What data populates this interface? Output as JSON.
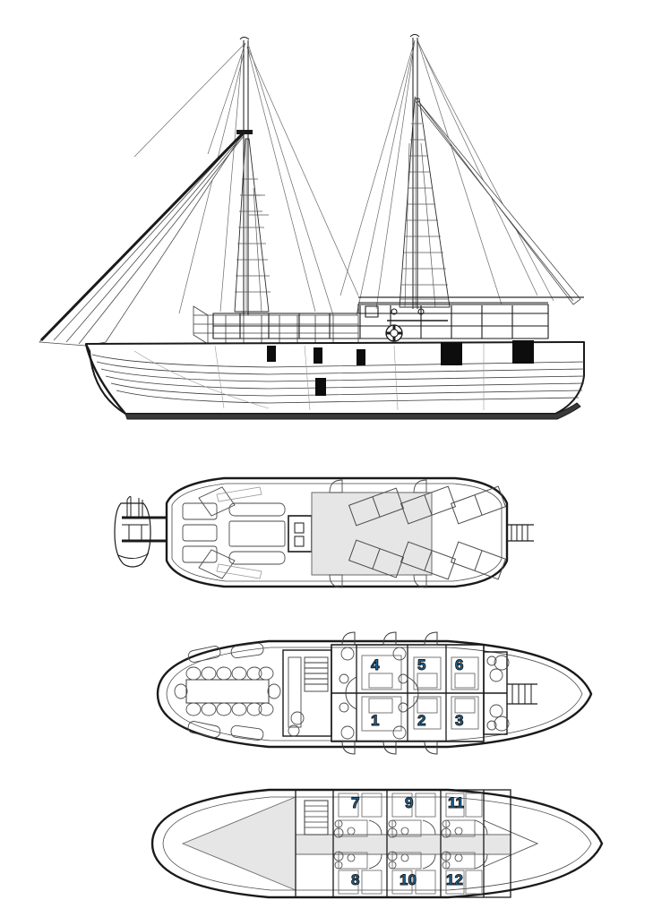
{
  "document": {
    "title": "Phinisi Schooner General Arrangement",
    "vessel_type": "two-masted traditional wooden schooner (phinisi)",
    "background_color": "#ffffff",
    "line_color": "#1a1a1a",
    "thin_line_color": "#4a4a4a",
    "fill_gray": "#e6e6e6",
    "fill_gray_dark": "#d2d2d2",
    "accent_blue": "#1b6fa8"
  },
  "views": [
    {
      "id": "profile",
      "name": "side-profile-view",
      "description": "starboard side elevation with two masts, gaff sails, standing rigging, bowsprit, hull planking, deckhouse and life ring",
      "features": {
        "masts": 2,
        "sails": 3,
        "life_rings": 1,
        "hull_portholes": 4,
        "hull_black_openings": 3,
        "keel_color": "#3a3a3a"
      }
    },
    {
      "id": "sundeck",
      "name": "sun-deck-plan",
      "description": "upper sun deck seen from above",
      "features": {
        "sun_loungers": 6,
        "lounger_rows": 2,
        "deck_table": 1,
        "bench_seats": 3,
        "bow_anchors": 2,
        "stern_ladder": true,
        "deckhouse_roof": true
      }
    },
    {
      "id": "maindeck",
      "name": "main-deck-plan",
      "description": "main deck with dining saloon forward and six guest cabins amidships",
      "features": {
        "dining_table": 1,
        "dining_chairs": 16,
        "sofas": 4,
        "cabins": 6,
        "stairs": 1,
        "stern_ladder": true
      }
    },
    {
      "id": "lowerdeck",
      "name": "lower-deck-plan",
      "description": "lower deck with six guest cabins and central corridor",
      "features": {
        "cabins": 6,
        "corridor": true,
        "stairs": 1,
        "bow_tank_area": true
      }
    }
  ],
  "cabins": {
    "main_deck": {
      "upper_row": [
        "4",
        "5",
        "6"
      ],
      "lower_row": [
        "1",
        "2",
        "3"
      ]
    },
    "lower_deck": {
      "upper_row": [
        "7",
        "9",
        "11"
      ],
      "lower_row": [
        "8",
        "10",
        "12"
      ]
    }
  },
  "labels": {
    "c1": "1",
    "c2": "2",
    "c3": "3",
    "c4": "4",
    "c5": "5",
    "c6": "6",
    "c7": "7",
    "c8": "8",
    "c9": "9",
    "c10": "10",
    "c11": "11",
    "c12": "12"
  }
}
